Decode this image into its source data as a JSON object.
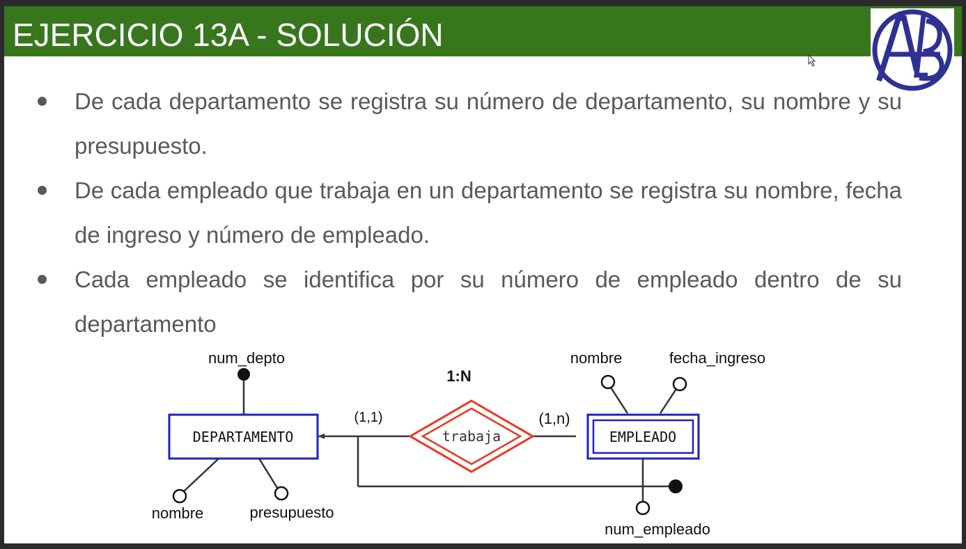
{
  "slide": {
    "title": "EJERCICIO 13A - SOLUCIÓN",
    "header_color": "#38761d",
    "logo_letters": "ALB"
  },
  "bullets": [
    {
      "text": "De cada departamento se registra su número de departamento, su nombre y su presupuesto."
    },
    {
      "text": "De cada empleado que trabaja en un departamento se registra su nombre, fecha de ingreso y número de empleado."
    },
    {
      "text": "Cada empleado se identifica por su número de empleado dentro de su departamento"
    }
  ],
  "diagram": {
    "entities": [
      {
        "label": "DEPARTAMENTO",
        "weak": false
      },
      {
        "label": "EMPLEADO",
        "weak": true
      }
    ],
    "relationship": {
      "label": "trabaja",
      "cardinality": "1:N",
      "left_participation": "(1,1)",
      "right_participation": "(1,n)"
    },
    "attributes": {
      "departamento": [
        {
          "label": "num_depto",
          "key": true
        },
        {
          "label": "nombre",
          "key": false
        },
        {
          "label": "presupuesto",
          "key": false
        }
      ],
      "empleado": [
        {
          "label": "nombre",
          "key": false
        },
        {
          "label": "fecha_ingreso",
          "key": false
        },
        {
          "label": "num_empleado",
          "key": false
        }
      ]
    },
    "colors": {
      "entity_border": "#1c22c4",
      "relationship_border": "#e8391f",
      "line": "#333333"
    }
  }
}
